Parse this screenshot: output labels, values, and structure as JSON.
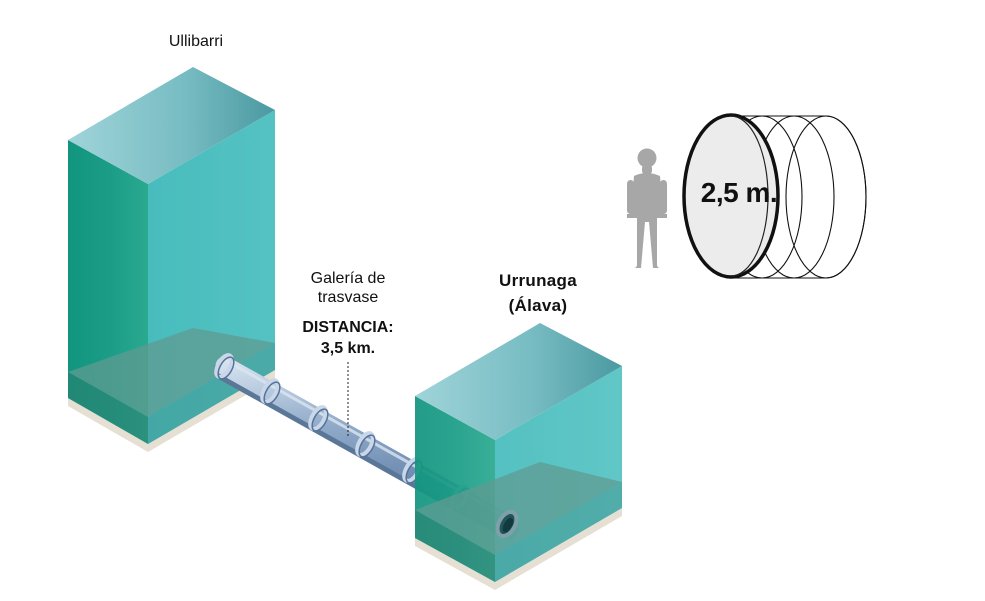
{
  "labels": {
    "ullibarri": "Ullibarri",
    "urrunaga_name": "Urrunaga",
    "urrunaga_region": "(Álava)",
    "tunnel_line1": "Galería de",
    "tunnel_line2": "trasvase",
    "distance_label": "DISTANCIA:",
    "distance_value": "3,5 km.",
    "diameter": "2,5 m."
  },
  "colors": {
    "water_front": "#1a9c87",
    "water_side": "#4fbfbf",
    "water_top": "#7dc5cb",
    "pipe": "#8aa6c6",
    "pipe_ring": "#c5d4e6",
    "tunnel_section": "#ececec"
  },
  "icons": {
    "scale_figure": "person-silhouette-icon"
  }
}
